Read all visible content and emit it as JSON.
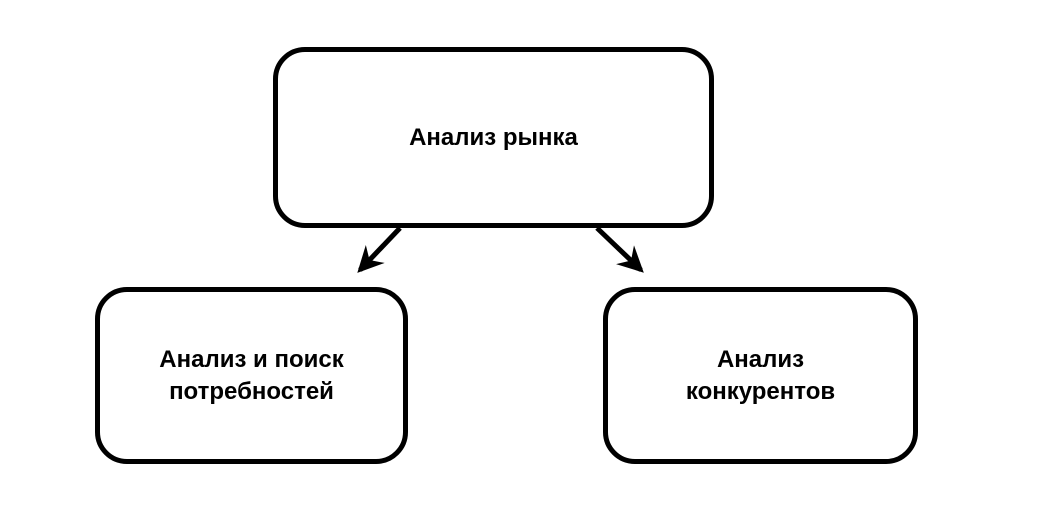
{
  "diagram": {
    "type": "flowchart",
    "colors": {
      "background": "#ffffff",
      "stroke": "#000000",
      "text": "#000000"
    },
    "nodes": {
      "root": {
        "label": "Анализ рынка"
      },
      "needs": {
        "label": "Анализ и поиск\nпотребностей"
      },
      "competitors": {
        "label": "Анализ\nконкурентов"
      }
    },
    "edges": [
      {
        "from": "root",
        "to": "needs",
        "style": "arrow"
      },
      {
        "from": "root",
        "to": "competitors",
        "style": "arrow"
      }
    ]
  }
}
